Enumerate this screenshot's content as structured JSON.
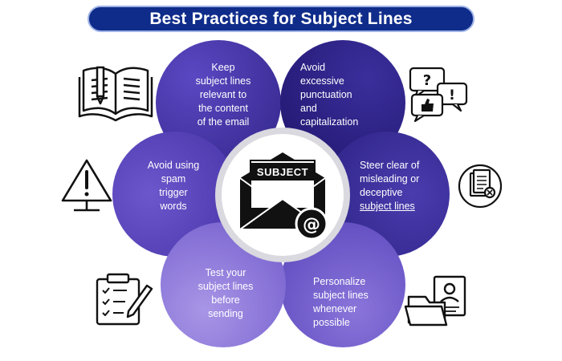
{
  "title": "Best Practices for Subject Lines",
  "center": {
    "envelope_text": "SUBJECT",
    "at_symbol": "@"
  },
  "practices": [
    {
      "id": "keep-relevant",
      "lines": [
        "Keep",
        "subject lines",
        "relevant to",
        "the content",
        "of the email"
      ],
      "icon": "book-pencil-icon"
    },
    {
      "id": "avoid-punctuation",
      "lines": [
        "Avoid",
        "excessive",
        "punctuation",
        "and",
        "capitalization"
      ],
      "icon": "chat-bubbles-icon"
    },
    {
      "id": "avoid-spam",
      "lines": [
        "Avoid using",
        "spam",
        "trigger",
        "words"
      ],
      "icon": "warning-sign-icon"
    },
    {
      "id": "steer-clear",
      "lines": [
        "Steer clear of",
        "misleading or",
        "deceptive",
        "subject lines"
      ],
      "icon": "document-reject-icon"
    },
    {
      "id": "test",
      "lines": [
        "Test your",
        "subject lines",
        "before",
        "sending"
      ],
      "icon": "clipboard-checklist-icon"
    },
    {
      "id": "personalize",
      "lines": [
        "Personalize",
        "subject lines",
        "whenever",
        "possible"
      ],
      "icon": "profile-folder-icon"
    }
  ],
  "colors": {
    "title_bg": "#0f2c8a",
    "petal_dark": "#33268a",
    "petal_mid": "#4f3bb0",
    "petal_light": "#8f7ad6",
    "center_ring": "#d9d9df"
  }
}
